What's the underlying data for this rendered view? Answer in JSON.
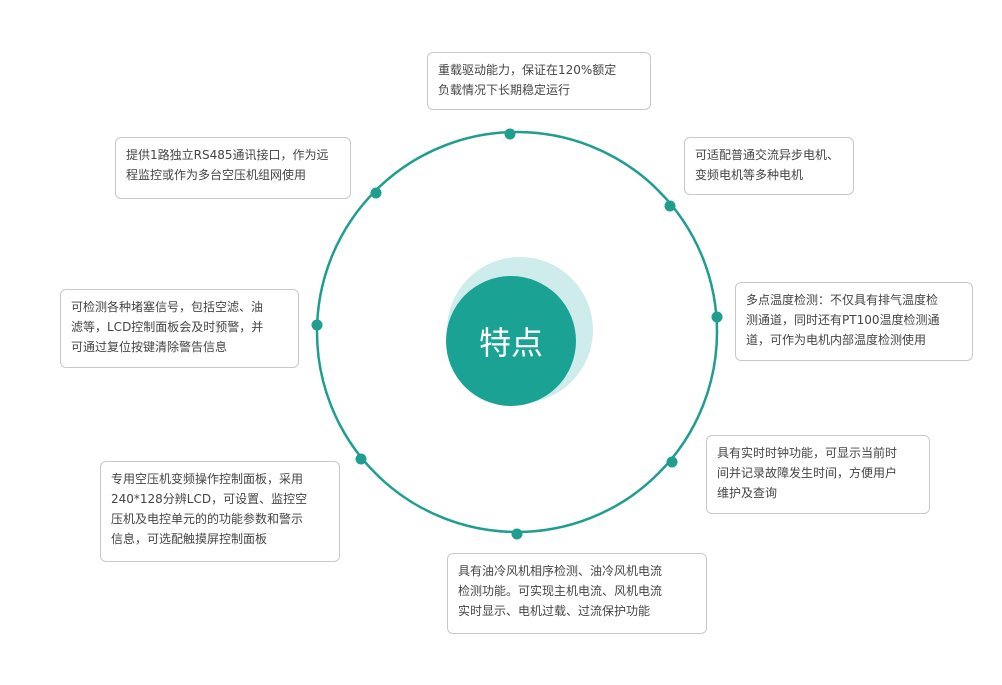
{
  "center_label": "特点",
  "colors": {
    "ring": "#1f9e8f",
    "dot": "#1f9e8f",
    "center_fill": "#1aa294",
    "center_halo": "#cdeceb",
    "box_border": "#c9c9c9",
    "text": "#454545"
  },
  "features": [
    {
      "id": "top",
      "text": "重载驱动能力，保证在120%额定\n负载情况下长期稳定运行"
    },
    {
      "id": "upper-right",
      "text": "可适配普通交流异步电机、\n变频电机等多种电机"
    },
    {
      "id": "right",
      "text": "多点温度检测：不仅具有排气温度检\n测通道，同时还有PT100温度检测通\n道，可作为电机内部温度检测使用"
    },
    {
      "id": "lower-right",
      "text": "具有实时时钟功能，可显示当前时\n间并记录故障发生时间，方便用户\n维护及查询"
    },
    {
      "id": "bottom",
      "text": "具有油冷风机相序检测、油冷风机电流\n检测功能。可实现主机电流、风机电流\n实时显示、电机过载、过流保护功能"
    },
    {
      "id": "lower-left",
      "text": "专用空压机变频操作控制面板，采用\n240*128分辨LCD，可设置、监控空\n压机及电控单元的的功能参数和警示\n信息，可选配触摸屏控制面板"
    },
    {
      "id": "left",
      "text": "可检测各种堵塞信号，包括空滤、油\n滤等，LCD控制面板会及时预警，并\n可通过复位按键清除警告信息"
    },
    {
      "id": "upper-left",
      "text": "提供1路独立RS485通讯接口，作为远\n程监控或作为多台空压机组网使用"
    }
  ]
}
